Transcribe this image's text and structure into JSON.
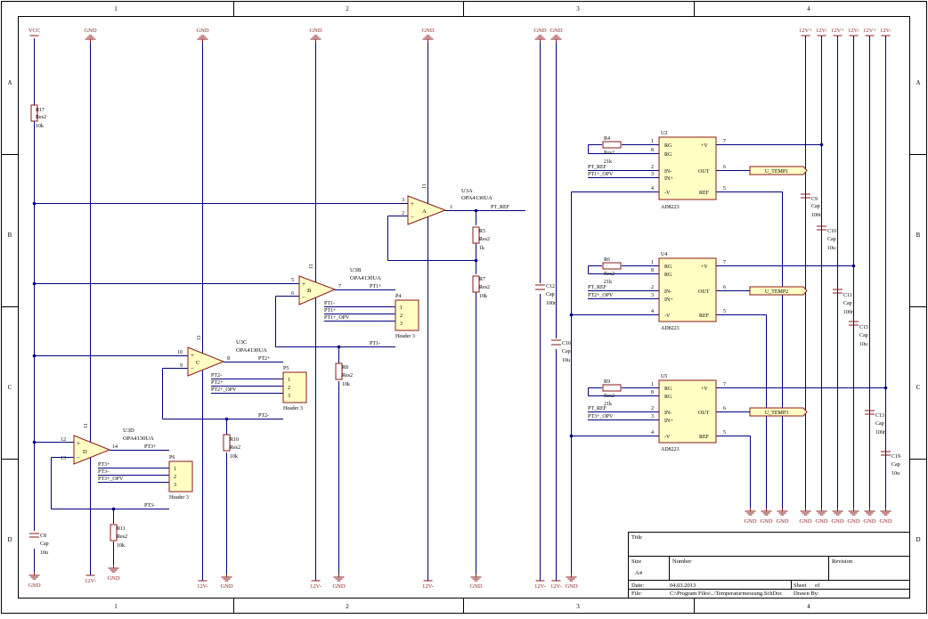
{
  "frame": {
    "columns": [
      "1",
      "2",
      "3",
      "4"
    ],
    "rows": [
      "A",
      "B",
      "C",
      "D"
    ]
  },
  "title_block": {
    "title_label": "Title",
    "size_label": "Size",
    "size_value": "A4",
    "number_label": "Number",
    "revision_label": "Revision",
    "date_label": "Date:",
    "date_value": "04.03.2013",
    "sheet_label": "Sheet",
    "of_label": "of",
    "file_label": "File:",
    "file_value": "C:\\Program Files\\..\\Temperaturmessung.SchDoc",
    "drawn_label": "Drawn By:"
  },
  "power": {
    "vcc": "VCC",
    "gnd": "GND",
    "p12": "12V+",
    "m12": "12V-"
  },
  "opamps": [
    {
      "ref": "U3A",
      "value": "OPA4130UA",
      "unit": "A",
      "pin_plus": "3",
      "pin_minus": "2",
      "pin_out": "1",
      "pin_pwr": "11"
    },
    {
      "ref": "U3B",
      "value": "OPA4130UA",
      "unit": "B",
      "pin_plus": "5",
      "pin_minus": "6",
      "pin_out": "7",
      "pin_pwr": "11"
    },
    {
      "ref": "U3C",
      "value": "OPA4130UA",
      "unit": "C",
      "pin_plus": "10",
      "pin_minus": "9",
      "pin_out": "8",
      "pin_pwr": "11"
    },
    {
      "ref": "U3D",
      "value": "OPA4130UA",
      "unit": "D",
      "pin_plus": "12",
      "pin_minus": "13",
      "pin_out": "14",
      "pin_pwr": "11"
    }
  ],
  "resistors": [
    {
      "ref": "R17",
      "fp": "Res2",
      "val": "10k"
    },
    {
      "ref": "R5",
      "fp": "Res2",
      "val": "1k"
    },
    {
      "ref": "R7",
      "fp": "Res2",
      "val": "10k"
    },
    {
      "ref": "R8",
      "fp": "Res2",
      "val": "10k"
    },
    {
      "ref": "R10",
      "fp": "Res2",
      "val": "10k"
    },
    {
      "ref": "R11",
      "fp": "Res2",
      "val": "10k"
    },
    {
      "ref": "R4",
      "fp": "Res2",
      "val": "21k"
    },
    {
      "ref": "R6",
      "fp": "Res2",
      "val": "21k"
    },
    {
      "ref": "R9",
      "fp": "Res2",
      "val": "21k"
    }
  ],
  "capacitors": [
    {
      "ref": "C8",
      "fp": "Cap",
      "val": "10u"
    },
    {
      "ref": "C12",
      "fp": "Cap",
      "val": "100n"
    },
    {
      "ref": "C16",
      "fp": "Cap",
      "val": "10u"
    },
    {
      "ref": "C9",
      "fp": "Cap",
      "val": "100n"
    },
    {
      "ref": "C10",
      "fp": "Cap",
      "val": "10u"
    },
    {
      "ref": "C11",
      "fp": "Cap",
      "val": "100n"
    },
    {
      "ref": "C15",
      "fp": "Cap",
      "val": "10u"
    },
    {
      "ref": "C13",
      "fp": "Cap",
      "val": "100n"
    },
    {
      "ref": "C19",
      "fp": "Cap",
      "val": "10u"
    }
  ],
  "headers": [
    {
      "ref": "P4",
      "name": "Header 3",
      "pins": [
        "1",
        "2",
        "3"
      ]
    },
    {
      "ref": "P5",
      "name": "Header 3",
      "pins": [
        "1",
        "2",
        "3"
      ]
    },
    {
      "ref": "P6",
      "name": "Header 3",
      "pins": [
        "1",
        "2",
        "3"
      ]
    }
  ],
  "amps": [
    {
      "ref": "U2",
      "value": "AD8223",
      "out_net": "U_TEMP1",
      "net_ref": "PT_REF",
      "net_in": "PT1+_OPV",
      "pins": {
        "rg1": "1",
        "rg2": "8",
        "inm": "2",
        "inp": "3",
        "vm": "4",
        "vp": "7",
        "out": "6",
        "ref": "5"
      },
      "labels": {
        "rg1": "RG",
        "rg2": "RG",
        "inm": "IN-",
        "inp": "IN+",
        "vm": "-V",
        "vp": "+V",
        "out": "OUT",
        "ref": "REF"
      }
    },
    {
      "ref": "U4",
      "value": "AD8223",
      "out_net": "U_TEMP2",
      "net_ref": "PT_REF",
      "net_in": "PT2+_OPV",
      "pins": {
        "rg1": "1",
        "rg2": "8",
        "inm": "2",
        "inp": "3",
        "vm": "4",
        "vp": "7",
        "out": "6",
        "ref": "5"
      },
      "labels": {
        "rg1": "RG",
        "rg2": "RG",
        "inm": "IN-",
        "inp": "IN+",
        "vm": "-V",
        "vp": "+V",
        "out": "OUT",
        "ref": "REF"
      }
    },
    {
      "ref": "U5",
      "value": "AD8223",
      "out_net": "U_TEMP3",
      "net_ref": "PT_REF",
      "net_in": "PT3+_OPV",
      "pins": {
        "rg1": "1",
        "rg2": "8",
        "inm": "2",
        "inp": "3",
        "vm": "4",
        "vp": "7",
        "out": "6",
        "ref": "5"
      },
      "labels": {
        "rg1": "RG",
        "rg2": "RG",
        "inm": "IN-",
        "inp": "IN+",
        "vm": "-V",
        "vp": "+V",
        "out": "OUT",
        "ref": "REF"
      }
    }
  ],
  "nets": {
    "pt_ref": "PT_REF",
    "pt1p": "PT1+",
    "pt1m": "PT1-",
    "pt1opv": "PT1+_OPV",
    "pt2p": "PT2+",
    "pt2m": "PT2-",
    "pt2opv": "PT2+_OPV",
    "pt3p": "PT3+",
    "pt3m": "PT3-",
    "pt3opv": "PT3+_OPV"
  }
}
